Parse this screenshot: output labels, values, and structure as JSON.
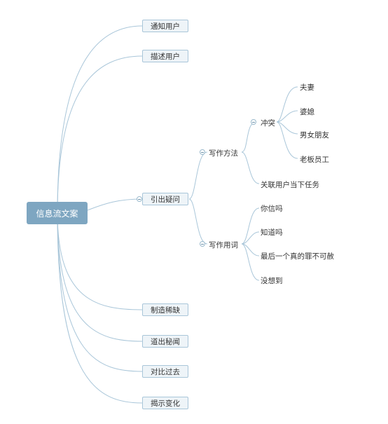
{
  "root": {
    "label": "信息流文案"
  },
  "branches": {
    "b1": "通知用户",
    "b2": "描述用户",
    "b3": "引出疑问",
    "b4": "制造稀缺",
    "b5": "道出秘闻",
    "b6": "对比过去",
    "b7": "揭示变化"
  },
  "sub": {
    "method": "写作方法",
    "words": "写作用词",
    "conflict": "冲突",
    "task": "关联用户当下任务"
  },
  "conflict_items": [
    "夫妻",
    "婆媳",
    "男女朋友",
    "老板员工"
  ],
  "word_items": [
    "你信吗",
    "知道吗",
    "最后一个真的罪不可赦",
    "没想到"
  ],
  "colors": {
    "root_fill": "#7ea6c1",
    "node_border": "#a9c6d9",
    "node_fill": "#eef4f8",
    "line": "#a9c6d9"
  }
}
